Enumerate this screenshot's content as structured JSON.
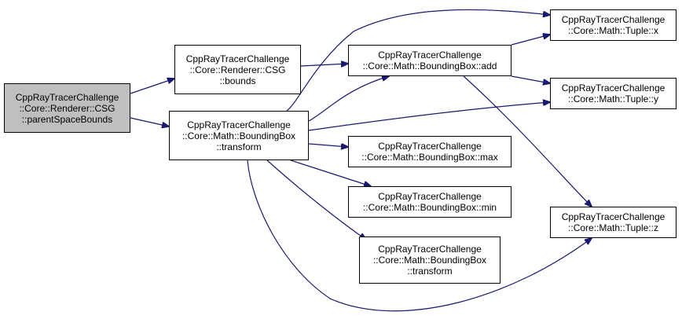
{
  "colors": {
    "edge": "#191970",
    "node_border": "#000000",
    "node_fill": "#ffffff",
    "root_fill": "#bfbfbf"
  },
  "nodes": [
    {
      "id": "root",
      "lines": [
        "CppRayTracerChallenge",
        "::Core::Renderer::CSG",
        "::parentSpaceBounds"
      ],
      "highlighted": true
    },
    {
      "id": "csg-bounds",
      "lines": [
        "CppRayTracerChallenge",
        "::Core::Renderer::CSG",
        "::bounds"
      ],
      "highlighted": false
    },
    {
      "id": "bb-transform",
      "lines": [
        "CppRayTracerChallenge",
        "::Core::Math::BoundingBox",
        "::transform"
      ],
      "highlighted": false
    },
    {
      "id": "bb-add",
      "lines": [
        "CppRayTracerChallenge",
        "::Core::Math::BoundingBox::add"
      ],
      "highlighted": false
    },
    {
      "id": "bb-max",
      "lines": [
        "CppRayTracerChallenge",
        "::Core::Math::BoundingBox::max"
      ],
      "highlighted": false
    },
    {
      "id": "bb-min",
      "lines": [
        "CppRayTracerChallenge",
        "::Core::Math::BoundingBox::min"
      ],
      "highlighted": false
    },
    {
      "id": "bb-transform-2",
      "lines": [
        "CppRayTracerChallenge",
        "::Core::Math::BoundingBox",
        "::transform"
      ],
      "highlighted": false
    },
    {
      "id": "tuple-x",
      "lines": [
        "CppRayTracerChallenge",
        "::Core::Math::Tuple::x"
      ],
      "highlighted": false
    },
    {
      "id": "tuple-y",
      "lines": [
        "CppRayTracerChallenge",
        "::Core::Math::Tuple::y"
      ],
      "highlighted": false
    },
    {
      "id": "tuple-z",
      "lines": [
        "CppRayTracerChallenge",
        "::Core::Math::Tuple::z"
      ],
      "highlighted": false
    }
  ],
  "edges": [
    {
      "from": "root",
      "to": "csg-bounds"
    },
    {
      "from": "root",
      "to": "bb-transform"
    },
    {
      "from": "csg-bounds",
      "to": "bb-add"
    },
    {
      "from": "bb-transform",
      "to": "bb-add"
    },
    {
      "from": "bb-transform",
      "to": "tuple-x"
    },
    {
      "from": "bb-transform",
      "to": "tuple-y"
    },
    {
      "from": "bb-transform",
      "to": "bb-max"
    },
    {
      "from": "bb-transform",
      "to": "bb-min"
    },
    {
      "from": "bb-transform",
      "to": "bb-transform-2"
    },
    {
      "from": "bb-transform",
      "to": "tuple-z"
    },
    {
      "from": "bb-add",
      "to": "tuple-x"
    },
    {
      "from": "bb-add",
      "to": "tuple-y"
    },
    {
      "from": "bb-add",
      "to": "tuple-z"
    }
  ]
}
